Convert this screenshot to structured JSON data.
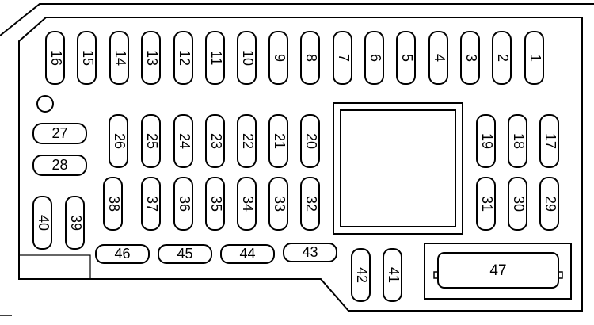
{
  "diagram": {
    "fuses": {
      "f1": "1",
      "f2": "2",
      "f3": "3",
      "f4": "4",
      "f5": "5",
      "f6": "6",
      "f7": "7",
      "f8": "8",
      "f9": "9",
      "f10": "10",
      "f11": "11",
      "f12": "12",
      "f13": "13",
      "f14": "14",
      "f15": "15",
      "f16": "16",
      "f17": "17",
      "f18": "18",
      "f19": "19",
      "f20": "20",
      "f21": "21",
      "f22": "22",
      "f23": "23",
      "f24": "24",
      "f25": "25",
      "f26": "26",
      "f27": "27",
      "f28": "28",
      "f29": "29",
      "f30": "30",
      "f31": "31",
      "f32": "32",
      "f33": "33",
      "f34": "34",
      "f35": "35",
      "f36": "36",
      "f37": "37",
      "f38": "38",
      "f39": "39",
      "f40": "40",
      "f41": "41",
      "f42": "42",
      "f43": "43",
      "f44": "44",
      "f45": "45",
      "f46": "46",
      "f47": "47"
    }
  }
}
